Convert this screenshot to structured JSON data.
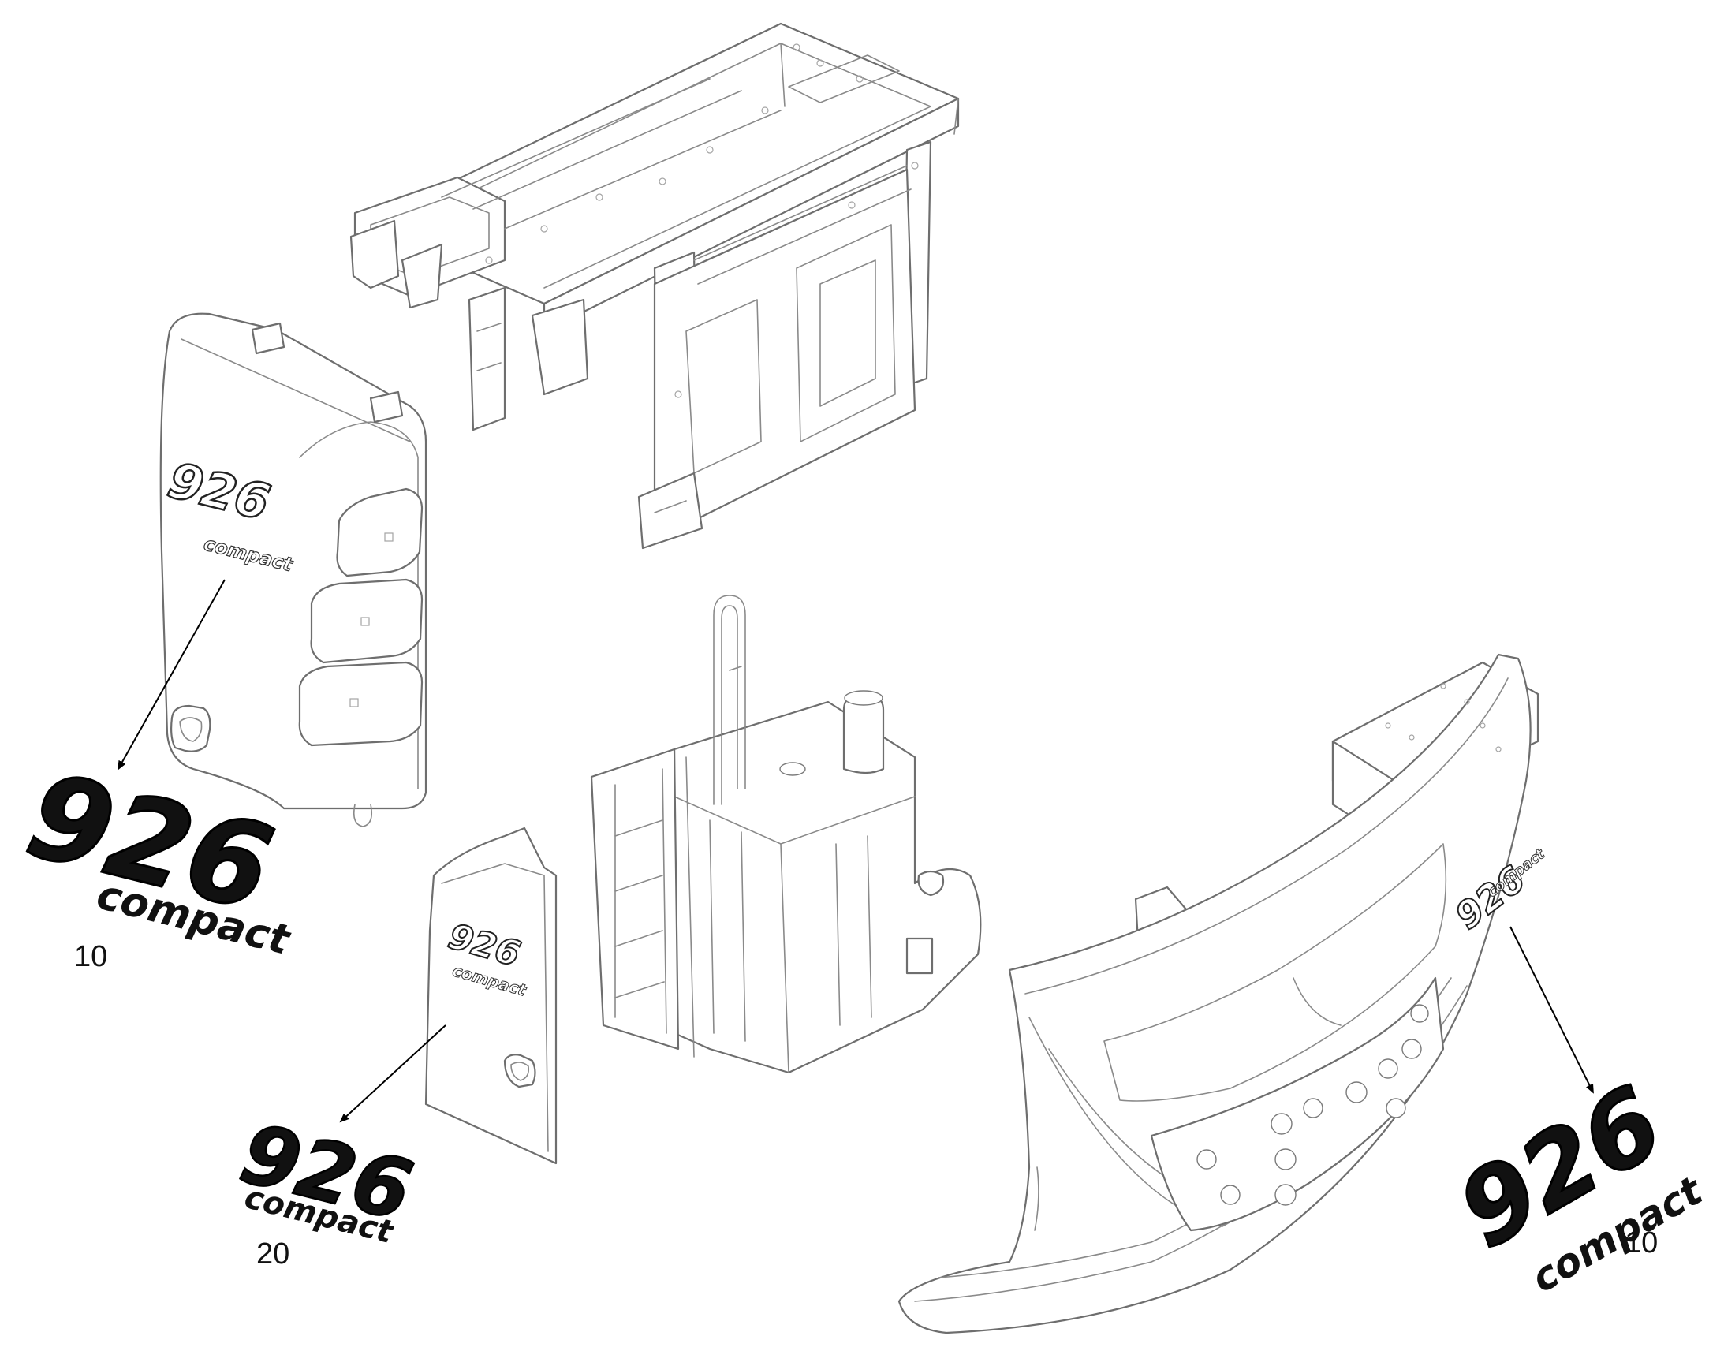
{
  "callouts": [
    {
      "id": "decal-left",
      "label": "10"
    },
    {
      "id": "decal-door",
      "label": "20"
    },
    {
      "id": "decal-counterweight",
      "label": "10"
    }
  ],
  "decal": {
    "number": "926",
    "word": "compact"
  },
  "colors": {
    "line": "#6e6e6e",
    "detail": "#8a8a8a",
    "decal_fill": "#111111",
    "leader": "#000000"
  }
}
